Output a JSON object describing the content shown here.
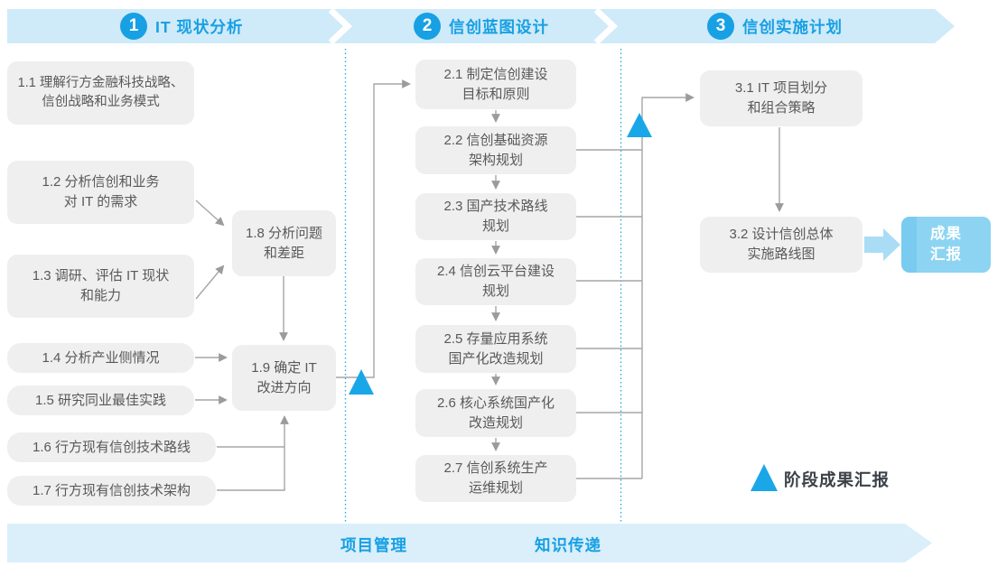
{
  "phases": [
    {
      "number": "1",
      "title": "IT 现状分析"
    },
    {
      "number": "2",
      "title": "信创蓝图设计"
    },
    {
      "number": "3",
      "title": "信创实施计划"
    }
  ],
  "steps": {
    "s1_1": {
      "label": "1.1 理解行方金融科技战略、\n信创战略和业务模式"
    },
    "s1_2": {
      "label": "1.2 分析信创和业务\n对 IT 的需求"
    },
    "s1_3": {
      "label": "1.3 调研、评估 IT 现状\n和能力"
    },
    "s1_4": {
      "label": "1.4 分析产业侧情况"
    },
    "s1_5": {
      "label": "1.5 研究同业最佳实践"
    },
    "s1_6": {
      "label": "1.6 行方现有信创技术路线"
    },
    "s1_7": {
      "label": "1.7 行方现有信创技术架构"
    },
    "s1_8": {
      "label": "1.8 分析问题\n和差距"
    },
    "s1_9": {
      "label": "1.9 确定 IT\n改进方向"
    },
    "s2_1": {
      "label": "2.1 制定信创建设\n目标和原则"
    },
    "s2_2": {
      "label": "2.2 信创基础资源\n架构规划"
    },
    "s2_3": {
      "label": "2.3 国产技术路线\n规划"
    },
    "s2_4": {
      "label": "2.4 信创云平台建设\n规划"
    },
    "s2_5": {
      "label": "2.5 存量应用系统\n国产化改造规划"
    },
    "s2_6": {
      "label": "2.6 核心系统国产化\n改造规划"
    },
    "s2_7": {
      "label": "2.7 信创系统生产\n运维规划"
    },
    "s3_1": {
      "label": "3.1 IT 项目划分\n和组合策略"
    },
    "s3_2": {
      "label": "3.2 设计信创总体\n实施路线图"
    }
  },
  "deliverable": {
    "label": "成果\n汇报"
  },
  "legend": {
    "label": "阶段成果汇报",
    "marker": "milestone-triangle"
  },
  "footer": {
    "project": "项目管理",
    "knowledge": "知识传递"
  },
  "colors": {
    "accent_blue": "#17a0e4",
    "banner_fill": "#cfeaf8",
    "footer_banner_fill": "#daeffa",
    "box_fill": "#efefef",
    "box_text": "#58595b",
    "connector_gray": "#a6a6a6",
    "milestone_triangle": "#1aa7e8",
    "deliverable_fill": "#8dd4f2",
    "divider_dotted_blue": "#2aace3"
  }
}
